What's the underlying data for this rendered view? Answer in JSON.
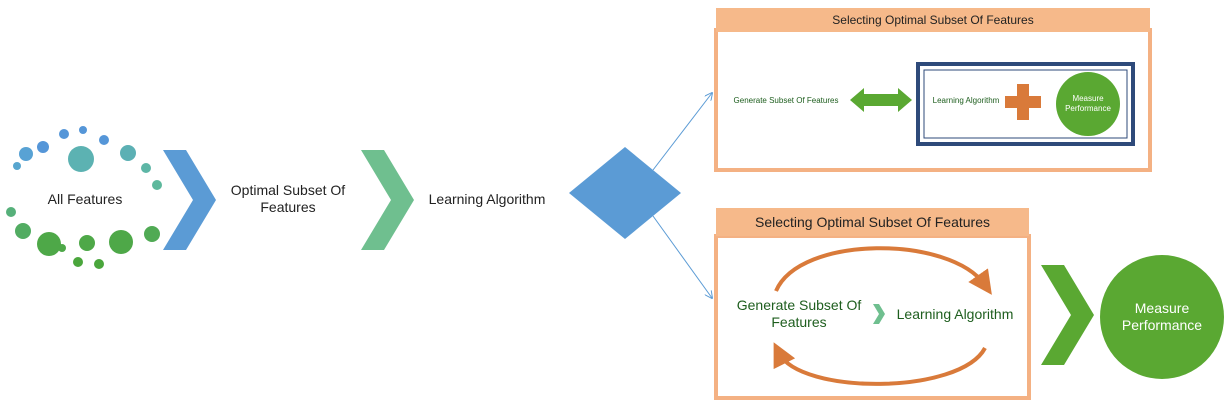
{
  "left_flow": {
    "all_features": "All Features",
    "optimal_subset": "Optimal Subset Of Features",
    "learning_algorithm": "Learning Algorithm"
  },
  "wrapper_top": {
    "header": "Selecting Optimal Subset Of Features",
    "generate": "Generate Subset Of Features",
    "learning": "Learning Algorithm",
    "measure": "Measure Performance"
  },
  "wrapper_bottom": {
    "header": "Selecting Optimal Subset Of Features",
    "generate": "Generate Subset Of Features",
    "learning": "Learning Algorithm",
    "measure": "Measure Performance"
  },
  "colors": {
    "blue_chevron": "#5b9bd5",
    "teal_chevron": "#6fbf8f",
    "diamond": "#5b9bd5",
    "header_fill": "#f6b98a",
    "box_border": "#f4b183",
    "green": "#5aa832",
    "orange": "#d97a3a",
    "navy_border": "#2e4a7a"
  }
}
